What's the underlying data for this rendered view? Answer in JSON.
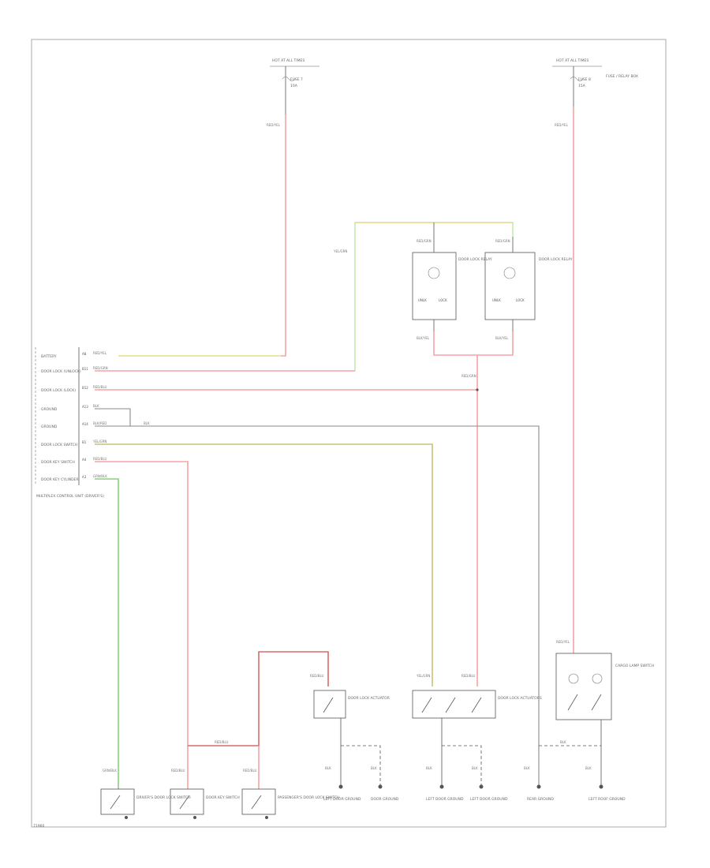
{
  "diagram_id": "71960",
  "colors": {
    "pink": "#f5a4a4",
    "red": "#d86a6a",
    "yellow": "#eaea9a",
    "olive": "#c9c27a",
    "green": "#8ccf7e",
    "light_green": "#c4eab0",
    "gray": "#8a8a8a",
    "line": "#555555",
    "border": "#a8a8a8"
  },
  "fuses": {
    "left": {
      "name": "HOT AT ALL TIMES",
      "line2": "FUSE 7",
      "line3": "10A",
      "wire": "RED/YEL"
    },
    "right": {
      "name": "HOT AT ALL TIMES",
      "line2": "FUSE 8",
      "line3": "15A",
      "wire": "RED/YEL",
      "note": "FUSE / RELAY BOX"
    }
  },
  "relays": {
    "left": {
      "wire_top": "RED/GRN",
      "name": "DOOR LOCK RELAY",
      "pin_left": "UNLK",
      "pin_right": "LOCK",
      "wire_bottom": "BLK/YEL"
    },
    "right": {
      "wire_top": "RED/GRN",
      "name": "DOOR LOCK RELAY",
      "pin_left": "UNLK",
      "pin_right": "LOCK",
      "wire_bottom": "BLK/YEL"
    },
    "splice_wire": "RED/GRN",
    "feed_wire": "YEL/GRN"
  },
  "module": {
    "name": "MULTIPLEX CONTROL UNIT (DRIVER'S)",
    "pins": [
      {
        "num": "A8",
        "label": "BATTERY",
        "wire": "RED/YEL"
      },
      {
        "num": "B11",
        "label": "DOOR LOCK (UNLOCK)",
        "wire": "RED/GRN"
      },
      {
        "num": "B12",
        "label": "DOOR LOCK (LOCK)",
        "wire": "RED/BLU"
      },
      {
        "num": "A13",
        "label": "GROUND",
        "wire": "BLK"
      },
      {
        "num": "A14",
        "label": "GROUND",
        "wire": "BLK/RED"
      },
      {
        "num": "B1",
        "label": "DOOR LOCK SWITCH",
        "wire": "YEL/GRN"
      },
      {
        "num": "A4",
        "label": "DOOR KEY SWITCH",
        "wire": "RED/BLU"
      },
      {
        "num": "A3",
        "label": "DOOR KEY CYLINDER",
        "wire": "GRN/BLK"
      }
    ],
    "ground_wire": "BLK"
  },
  "switches": [
    {
      "name": "DRIVER'S DOOR LOCK SWITCH",
      "wire": "GRN/BLK"
    },
    {
      "name": "DOOR KEY SWITCH",
      "wire": "RED/BLU"
    },
    {
      "name": "PASSENGER'S DOOR LOCK SWITCH",
      "wire": "RED/BLU"
    },
    {
      "name": "DOOR LOCK ACTUATOR",
      "wire": "RED/BLU"
    },
    {
      "name": "DOOR LOCK ACTUATORS",
      "wire_left": "YEL/GRN",
      "wire_right": "RED/BLU"
    },
    {
      "name": "CARGO LAMP SWITCH",
      "wire": "RED/YEL"
    }
  ],
  "wire_labels": {
    "blk": "BLK",
    "red_blu": "RED/BLU"
  },
  "grounds": [
    {
      "name": "LEFT DOOR GROUND",
      "wire": "BLK"
    },
    {
      "name": "DOOR GROUND",
      "wire": "BLK"
    },
    {
      "name": "LEFT DOOR GROUND",
      "wire": "BLK"
    },
    {
      "name": "LEFT DOOR GROUND",
      "wire": "BLK"
    },
    {
      "name": "REAR GROUND",
      "wire": "BLK"
    },
    {
      "name": "LEFT ROOF GROUND",
      "wire": "BLK"
    }
  ]
}
